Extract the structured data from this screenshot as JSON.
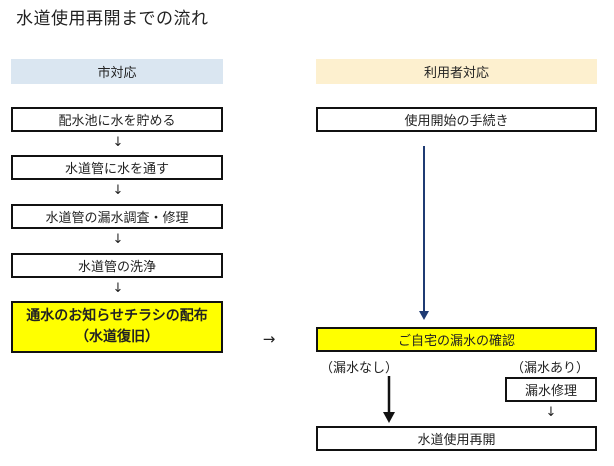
{
  "title": "水道使用再開までの流れ",
  "headers": {
    "city": "市対応",
    "user": "利用者対応"
  },
  "city_steps": [
    "配水池に水を貯める",
    "水道管に水を通す",
    "水道管の漏水調査・修理",
    "水道管の洗浄"
  ],
  "notice": {
    "line1": "通水のお知らせチラシの配布",
    "line2": "（水道復旧）"
  },
  "user_steps": {
    "start": "使用開始の手続き",
    "check": "ご自宅の漏水の確認",
    "repair": "漏水修理",
    "end": "水道使用再開"
  },
  "branch_labels": {
    "no_leak": "（漏水なし）",
    "leak": "（漏水あり）"
  },
  "arrows": {
    "down": "↓",
    "right": "→"
  },
  "colors": {
    "city_header_bg": "#dae6f1",
    "user_header_bg": "#fdf0cf",
    "highlight": "#ffff00",
    "connector_blue": "#1f3b73"
  }
}
